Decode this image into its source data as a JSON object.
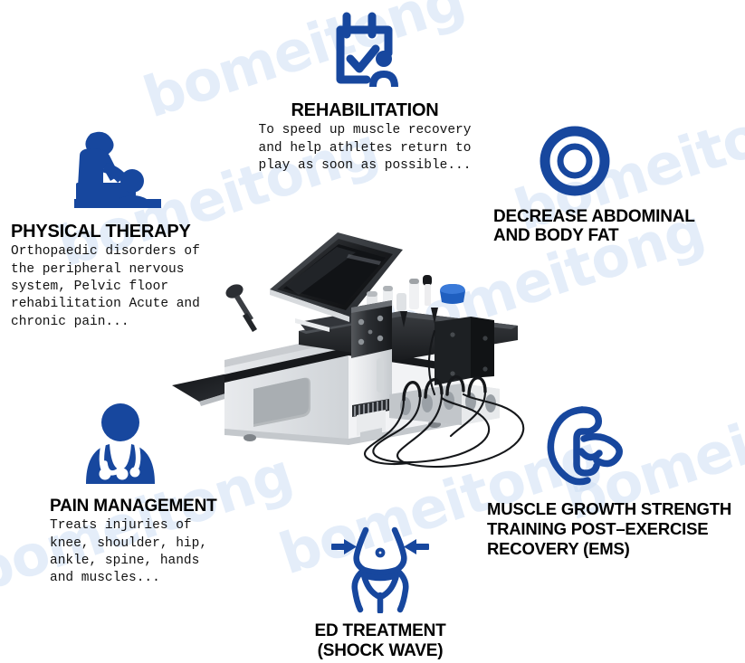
{
  "page": {
    "title": "Shockwave Therapy Machine Applications",
    "background_color": "#ffffff",
    "accent_blue": "#17479e",
    "text_color": "#000000",
    "watermark_text": "bomeitong",
    "watermark_color": "#cfe0f5"
  },
  "features": [
    {
      "id": "rehabilitation",
      "icon": "calendar-check-person-icon",
      "title": "REHABILITATION",
      "body": "To speed up muscle recovery\nand help athletes return to\nplay as soon as possible..."
    },
    {
      "id": "physical-therapy",
      "icon": "massage-therapy-icon",
      "title": "PHYSICAL THERAPY",
      "body": "Orthopaedic disorders of\nthe peripheral nervous\nsystem, Pelvic floor\nrehabilitation Acute and\nchronic pain..."
    },
    {
      "id": "decrease-fat",
      "icon": "concentric-circle-icon",
      "title": "DECREASE ABDOMINAL\nAND BODY FAT",
      "body": ""
    },
    {
      "id": "pain-management",
      "icon": "doctor-stethoscope-icon",
      "title": "PAIN MANAGEMENT",
      "body": "Treats injuries of\nknee, shoulder, hip,\nankle, spine, hands\nand muscles..."
    },
    {
      "id": "muscle-growth",
      "icon": "flexed-bicep-icon",
      "title": "MUSCLE GROWTH STRENGTH\nTRAINING POST–EXERCISE\nRECOVERY (EMS)",
      "body": ""
    },
    {
      "id": "ed-treatment",
      "icon": "slim-waist-body-icon",
      "title": "ED TREATMENT\n(SHOCK WAVE)",
      "body": ""
    }
  ],
  "device": {
    "name": "shockwave-therapy-device",
    "parts": [
      "touchscreen-monitor",
      "main-body-cabinet",
      "handle-recess",
      "shockwave-handpiece",
      "ems-handle-rack",
      "cables",
      "foot-pedal-tray"
    ]
  }
}
